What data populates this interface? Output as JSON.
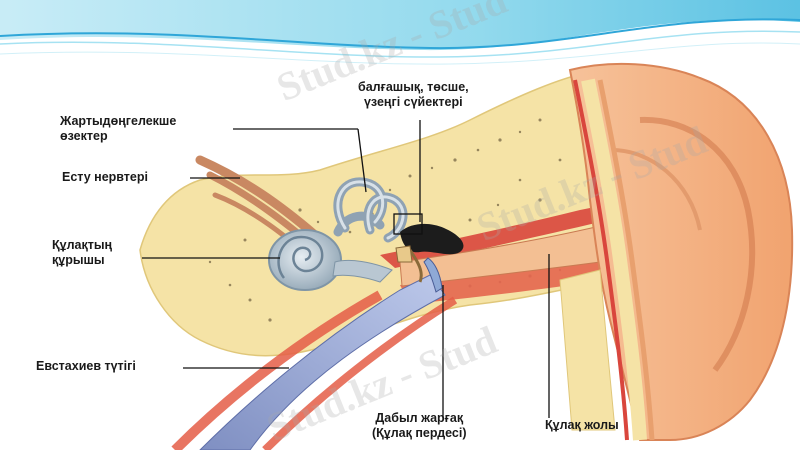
{
  "labels": {
    "semicircular_canals": "Жартыдөңгелекше\nөзектер",
    "ossicles": "балғашық, төсше,\nүзеңгі сүйектері",
    "auditory_nerve": "Есту нервтері",
    "cochlea": "Құлақтың\nқұрышы",
    "eustachian_tube": "Евстахиев түтігі",
    "eardrum": "Дабыл жарғақ\n(Құлақ пердесі)",
    "ear_canal": "Құлақ жолы"
  },
  "watermark": {
    "text": "Stud.kz - Stud"
  },
  "colors": {
    "header_wave": "#7fd3ea",
    "bone": "#f5e3a6",
    "skin": "#f2ac7c",
    "muscle": "#d9463d",
    "tube": "#8fa9d6",
    "cochlea": "#b9c7d2"
  }
}
